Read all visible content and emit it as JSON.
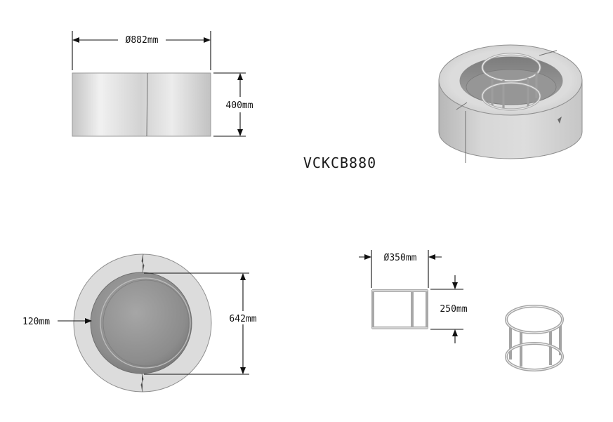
{
  "model_code": "VCKCB880",
  "dimensions": {
    "outer_diameter": "Ø882mm",
    "height": "400mm",
    "wall_thickness": "120mm",
    "inner_diameter": "642mm",
    "grate_diameter": "Ø350mm",
    "grate_height": "250mm"
  },
  "colors": {
    "concrete": "#d4d4d4",
    "bowl_interior": "#8c8c8c",
    "line": "#111111"
  }
}
